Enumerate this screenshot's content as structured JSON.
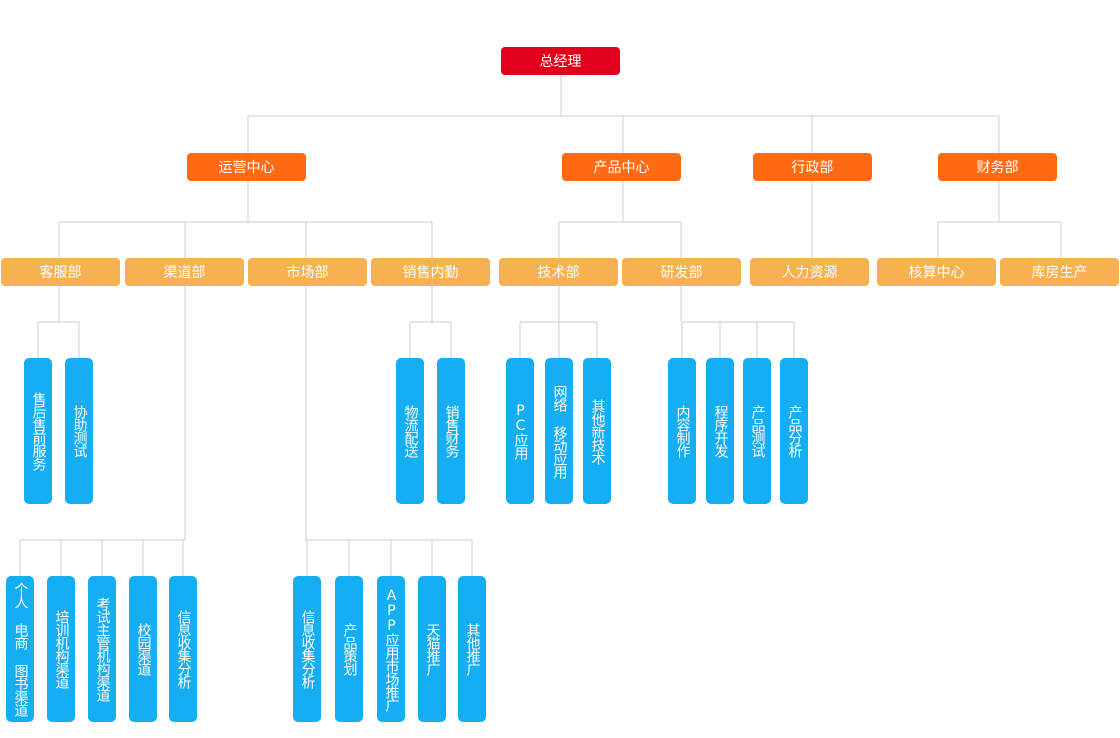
{
  "colors": {
    "ceo": "#e0001b",
    "level1": "#ff6a13",
    "level2": "#f7b150",
    "leaf": "#16aef2",
    "line": "#cccccc"
  },
  "ceo": {
    "label": "总经理"
  },
  "level1": [
    {
      "id": "ops",
      "label": "运营中心"
    },
    {
      "id": "product",
      "label": "产品中心"
    },
    {
      "id": "admin",
      "label": "行政部"
    },
    {
      "id": "finance",
      "label": "财务部"
    }
  ],
  "level2": [
    {
      "id": "cs",
      "label": "客服部"
    },
    {
      "id": "channel",
      "label": "渠道部"
    },
    {
      "id": "market",
      "label": "市场部"
    },
    {
      "id": "salesinner",
      "label": "销售内勤"
    },
    {
      "id": "tech",
      "label": "技术部"
    },
    {
      "id": "rd",
      "label": "研发部"
    },
    {
      "id": "hr",
      "label": "人力资源"
    },
    {
      "id": "accounting",
      "label": "核算中心"
    },
    {
      "id": "warehouse",
      "label": "库房生产"
    }
  ],
  "leaves": [
    {
      "id": "l_aftersale",
      "label": "售后售前服务"
    },
    {
      "id": "l_assisttest",
      "label": "协助测试"
    },
    {
      "id": "l_logistics",
      "label": "物流配送"
    },
    {
      "id": "l_salesfin",
      "label": "销售财务"
    },
    {
      "id": "l_pc",
      "label": "PC应用"
    },
    {
      "id": "l_mobile",
      "label": "网络 移动应用"
    },
    {
      "id": "l_othertech",
      "label": "其他新技术"
    },
    {
      "id": "l_content",
      "label": "内容制作"
    },
    {
      "id": "l_program",
      "label": "程序开发"
    },
    {
      "id": "l_prodtest",
      "label": "产品测试"
    },
    {
      "id": "l_prodanalysis",
      "label": "产品分析"
    },
    {
      "id": "l_personal",
      "label": "个人 电商 图书渠道"
    },
    {
      "id": "l_training",
      "label": "培训机构渠道"
    },
    {
      "id": "l_exam",
      "label": "考试主管机构渠道"
    },
    {
      "id": "l_campus",
      "label": "校园渠道"
    },
    {
      "id": "l_infocollect",
      "label": "信息收集分析"
    },
    {
      "id": "l_infoanalysis",
      "label": "信息收集分析"
    },
    {
      "id": "l_planning",
      "label": "产品策划"
    },
    {
      "id": "l_app",
      "label": "APP应用市场推广"
    },
    {
      "id": "l_tmall",
      "label": "天猫推广"
    },
    {
      "id": "l_otherpromo",
      "label": "其他推广"
    }
  ]
}
